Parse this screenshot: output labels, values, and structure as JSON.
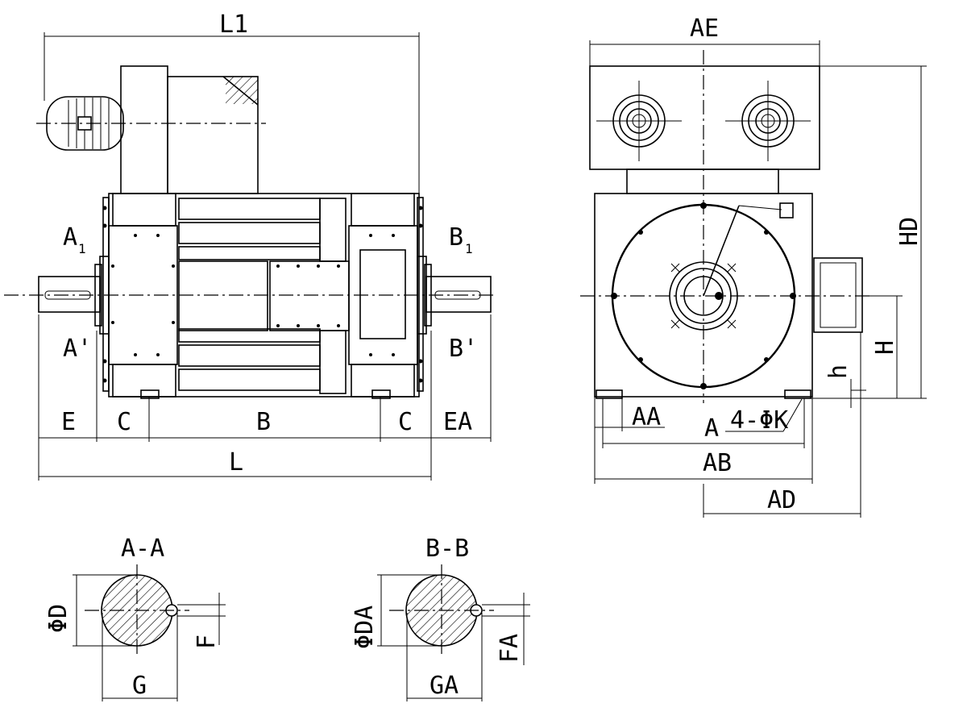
{
  "labels": {
    "L1": "L1",
    "A1_main": "A",
    "A1_sub": "1",
    "B1_main": "B",
    "B1_sub": "1",
    "A_prime": "A'",
    "B_prime": "B'",
    "E": "E",
    "C_left": "C",
    "B": "B",
    "C_right": "C",
    "EA": "EA",
    "L": "L",
    "AE": "AE",
    "HD": "HD",
    "H": "H",
    "h": "h",
    "AA": "AA",
    "A": "A",
    "holes": "4-ΦK",
    "AB": "AB",
    "AD": "AD",
    "section_AA": "A-A",
    "section_BB": "B-B",
    "phiD": "ΦD",
    "F": "F",
    "G": "G",
    "phiDA": "ΦDA",
    "FA": "FA",
    "GA": "GA"
  }
}
